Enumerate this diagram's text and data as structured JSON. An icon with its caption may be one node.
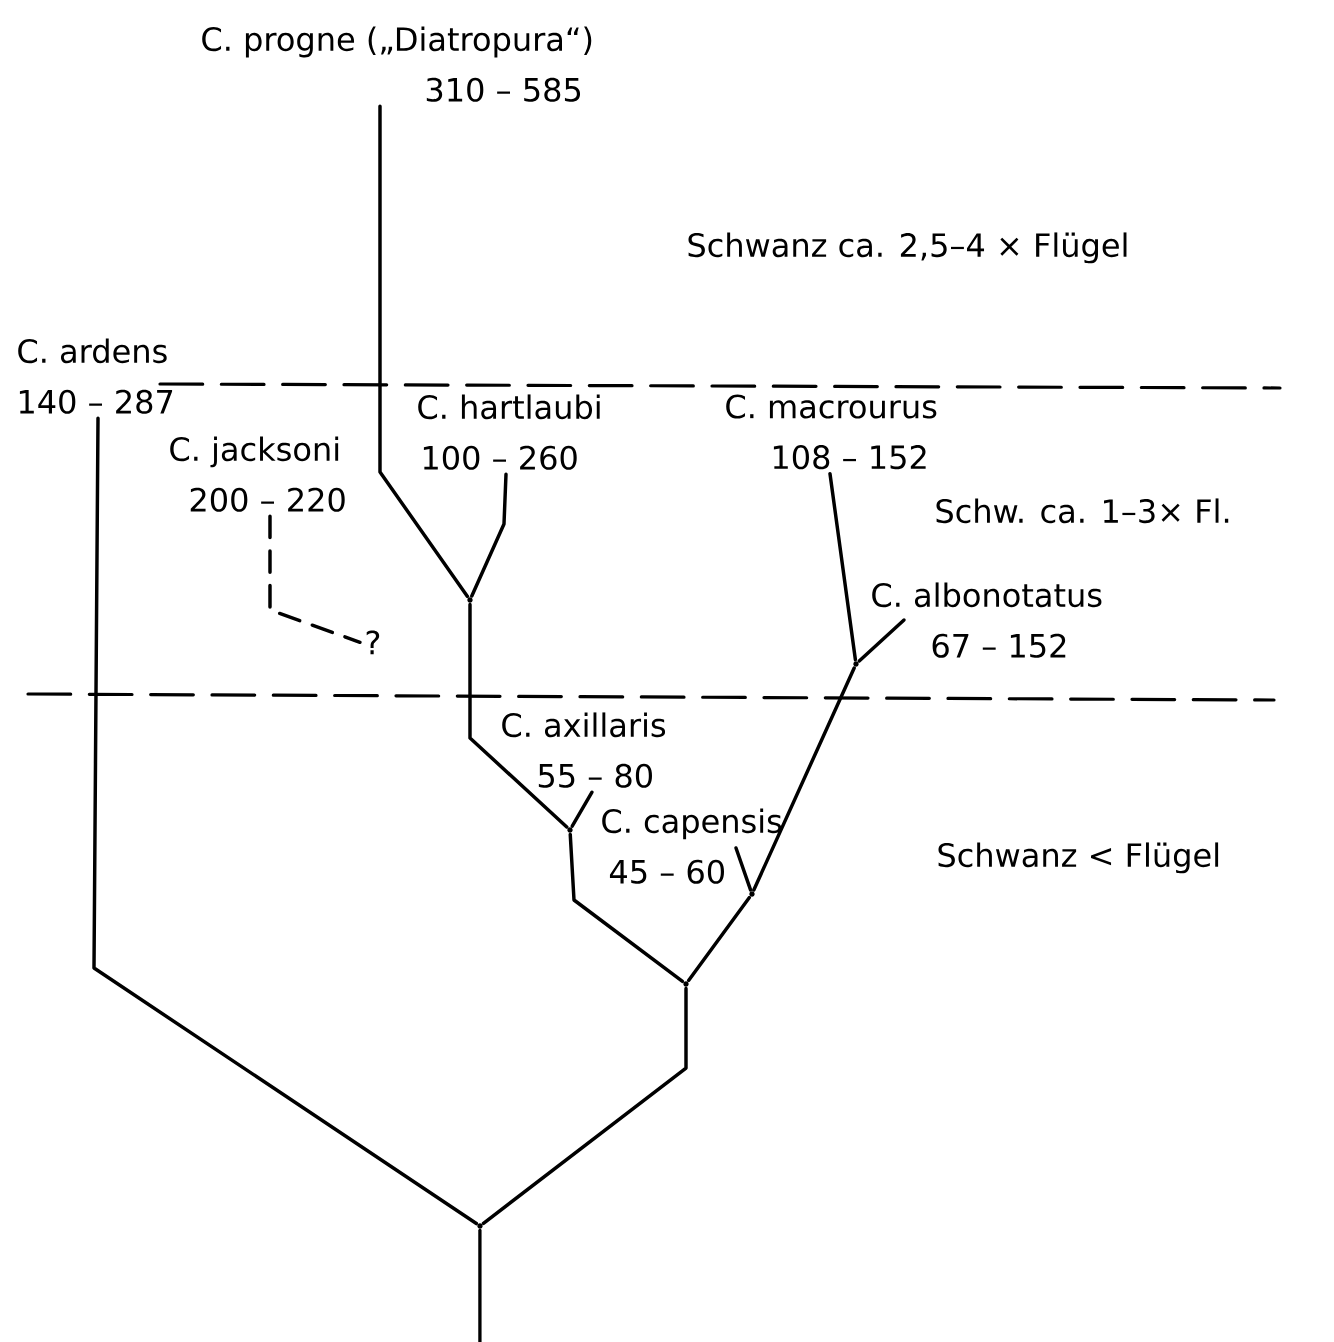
{
  "diagram": {
    "nodes": [
      {
        "text": [
          "C. progne („Diatropura“)",
          "310 – 585"
        ]
      },
      {
        "text": [
          "C. ardens",
          "140 – 287"
        ]
      },
      {
        "text": [
          "C. hartlaubi",
          "100 – 260"
        ]
      },
      {
        "text": [
          "C. macrourus",
          "108 – 152"
        ]
      },
      {
        "text": [
          "C. jacksoni",
          "200 – 220"
        ]
      },
      {
        "text": [
          "?"
        ]
      },
      {
        "text": [
          "C. albonotatus",
          "67 – 152"
        ]
      },
      {
        "text": [
          "C. axillaris",
          "55 – 80"
        ]
      },
      {
        "text": [
          "C. capensis",
          "45 – 60"
        ]
      },
      {
        "text": [],
        "shape": "point"
      },
      {
        "text": [],
        "shape": "point"
      },
      {
        "text": [],
        "shape": "point"
      },
      {
        "text": [],
        "shape": "point"
      },
      {
        "text": [],
        "shape": "point"
      },
      {
        "text": [],
        "shape": "point"
      }
    ],
    "edges": [
      {
        "from": 14,
        "to": 1,
        "arrow": "none"
      },
      {
        "from": 14,
        "to": 13,
        "arrow": "none"
      },
      {
        "from": 13,
        "to": 11,
        "arrow": "none"
      },
      {
        "from": 13,
        "to": 12,
        "arrow": "none"
      },
      {
        "from": 11,
        "to": 9,
        "arrow": "none"
      },
      {
        "from": 11,
        "to": 7,
        "arrow": "none"
      },
      {
        "from": 9,
        "to": 0,
        "arrow": "none"
      },
      {
        "from": 9,
        "to": 2,
        "arrow": "none"
      },
      {
        "from": 12,
        "to": 8,
        "arrow": "none"
      },
      {
        "from": 12,
        "to": 10,
        "arrow": "none"
      },
      {
        "from": 10,
        "to": 3,
        "arrow": "none"
      },
      {
        "from": 10,
        "to": 6,
        "arrow": "none"
      },
      {
        "from": 4,
        "to": 5,
        "arrow": "none",
        "style": "dashed"
      },
      {
        "from": null,
        "to": 14,
        "arrow": "none"
      }
    ],
    "labels": [
      "Schwanz ca. 2,5–4 × Flügel",
      "Schw. ca. 1–3× Fl.",
      "Schwanz < Flügel"
    ]
  }
}
